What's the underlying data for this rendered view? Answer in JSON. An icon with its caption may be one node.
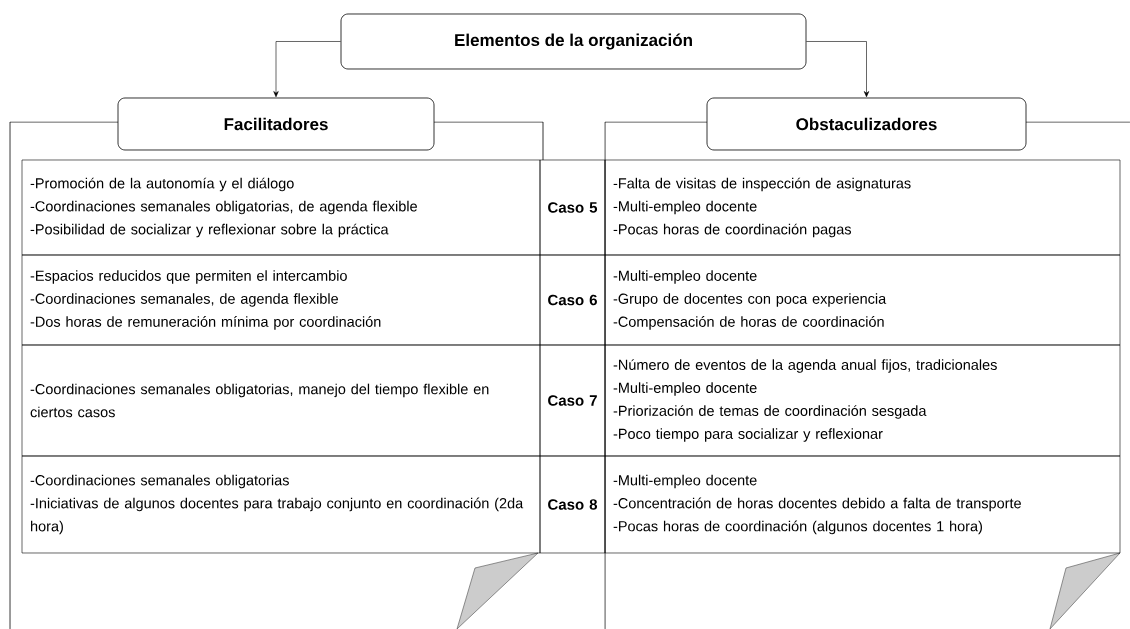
{
  "diagram": {
    "nodes": [
      {
        "text": [
          "Elementos de la organización"
        ]
      },
      {
        "text": [
          "Facilitadores"
        ]
      },
      {
        "text": [
          "Obstaculizadores"
        ]
      }
    ],
    "edges": [
      {
        "from": 0,
        "to": 1,
        "arrow": "to"
      },
      {
        "from": 0,
        "to": 2,
        "arrow": "to"
      }
    ],
    "labels": [
      "-Promoción de la autonomía y el diálogo",
      "-Coordinaciones semanales obligatorias, de agenda flexible",
      "-Posibilidad de socializar y reflexionar sobre la práctica",
      "Caso 5",
      "-Falta de visitas de inspección de asignaturas",
      "-Multi-empleo docente",
      "-Pocas horas de coordinación pagas",
      "-Espacios reducidos que permiten el intercambio",
      "-Coordinaciones semanales, de agenda flexible",
      "-Dos horas de remuneración mínima por coordinación",
      "Caso 6",
      "-Multi-empleo docente",
      "-Grupo de docentes con poca experiencia",
      "-Compensación de horas de coordinación",
      "-Coordinaciones semanales obligatorias, manejo del tiempo flexible en ciertos casos",
      "Caso 7",
      "-Número de eventos de la agenda anual fijos, tradicionales",
      "-Multi-empleo docente",
      "-Priorización de temas de coordinación sesgada",
      "-Poco tiempo para socializar y reflexionar",
      "-Coordinaciones semanales obligatorias",
      "-Iniciativas de algunos docentes para trabajo conjunto en coordinación (2da hora)",
      "Caso 8",
      "-Multi-empleo docente",
      "-Concentración de horas docentes debido a falta de transporte",
      "-Pocas horas de coordinación (algunos docentes 1 hora)"
    ]
  }
}
